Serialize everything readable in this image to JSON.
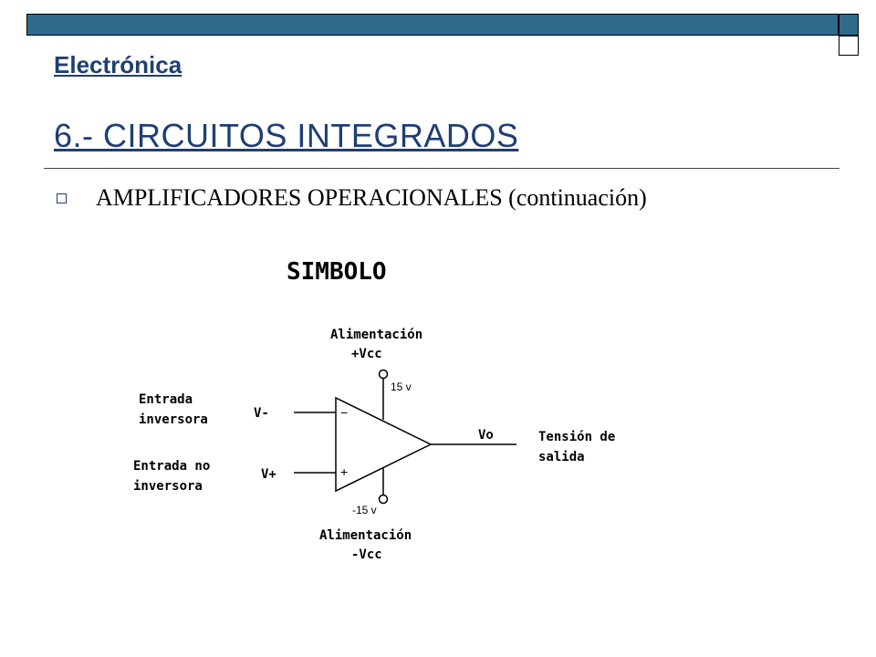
{
  "header": {
    "subject": "Electrónica",
    "title": "6.- CIRCUITOS INTEGRADOS",
    "bullet": "AMPLIFICADORES OPERACIONALES (continuación)"
  },
  "diagram": {
    "heading": "SIMBOLO",
    "supply_top_label": "Alimentación",
    "supply_top_name": "+Vcc",
    "supply_top_value": "15 v",
    "supply_bottom_label": "Alimentación",
    "supply_bottom_name": "-Vcc",
    "supply_bottom_value": "-15 v",
    "inv_input_line1": "Entrada",
    "inv_input_line2": "inversora",
    "inv_pin": "V-",
    "inv_sign": "−",
    "noninv_input_line1": "Entrada no",
    "noninv_input_line2": "inversora",
    "noninv_pin": "V+",
    "noninv_sign": "+",
    "output_pin": "Vo",
    "output_line1": "Tensión de",
    "output_line2": "salida"
  },
  "colors": {
    "accent_bar": "#2f6a8c",
    "title_text": "#1f3f73"
  }
}
